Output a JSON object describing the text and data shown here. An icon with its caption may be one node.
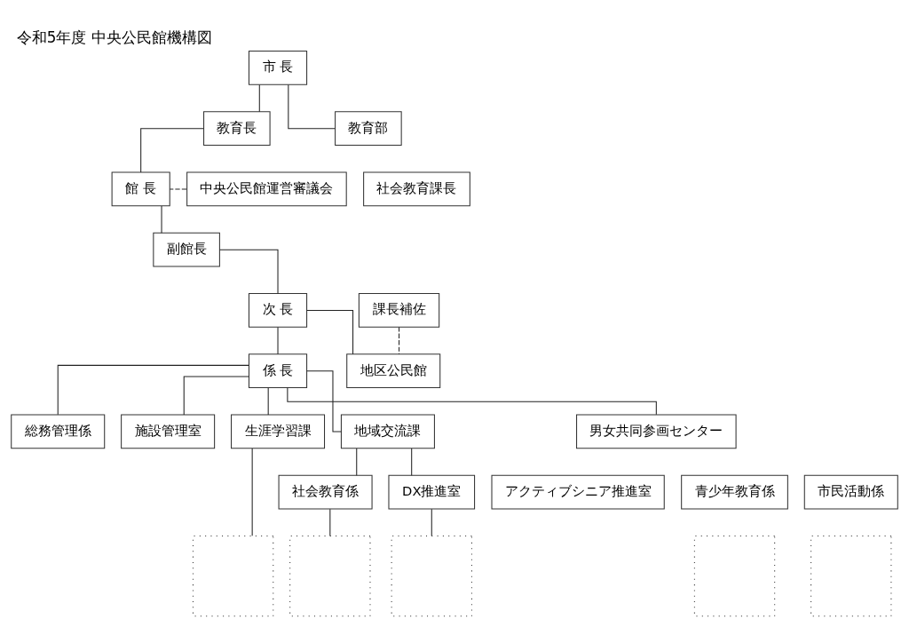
{
  "diagram": {
    "title": "令和5年度 中央公民館機構図",
    "nodes": [
      {
        "text": [
          "市 長"
        ]
      },
      {
        "text": [
          "教育長"
        ]
      },
      {
        "text": [
          "館 長"
        ]
      },
      {
        "text": [
          "副館長"
        ]
      },
      {
        "text": [
          "次 長"
        ]
      },
      {
        "text": [
          "係 長"
        ]
      },
      {
        "text": [
          "中央公民館運営審議会"
        ]
      },
      {
        "text": [
          "教育部"
        ]
      },
      {
        "text": [
          "社会教育課長"
        ]
      },
      {
        "text": [
          "課長補佐"
        ]
      },
      {
        "text": [
          "地区公民館"
        ]
      },
      {
        "text": [
          "総務管理係"
        ]
      },
      {
        "text": [
          "施設管理室"
        ]
      },
      {
        "text": [
          "生涯学習課"
        ]
      },
      {
        "text": [
          "地域交流課"
        ]
      },
      {
        "text": [
          "男女共同参画センター"
        ]
      },
      {
        "text": [],
        "shape": "box"
      },
      {
        "text": [
          "社会教育係"
        ]
      },
      {
        "text": [
          "DX推進室"
        ]
      },
      {
        "text": [
          "アクティブシニア推進室"
        ]
      },
      {
        "text": [
          "青少年教育係"
        ]
      },
      {
        "text": [
          "市民活動係"
        ]
      },
      {
        "text": [],
        "shape": "box"
      },
      {
        "text": [],
        "shape": "box"
      },
      {
        "text": [],
        "shape": "box"
      },
      {
        "text": [],
        "shape": "box"
      }
    ],
    "edges": [
      {
        "from": 0,
        "to": 1,
        "arrow": "none"
      },
      {
        "from": 1,
        "to": 2,
        "arrow": "none"
      },
      {
        "from": 2,
        "to": 3,
        "arrow": "none"
      },
      {
        "from": 3,
        "to": 4,
        "arrow": "none"
      },
      {
        "from": 4,
        "to": 5,
        "arrow": "none"
      },
      {
        "from": 6,
        "to": 2,
        "arrow": "none",
        "style": "dashed"
      },
      {
        "from": 0,
        "to": 7,
        "arrow": "none"
      },
      {
        "from": 9,
        "to": 10,
        "arrow": "none",
        "style": "dashed"
      },
      {
        "from": 4,
        "to": 10,
        "arrow": "none"
      },
      {
        "from": 5,
        "to": 11,
        "arrow": "none"
      },
      {
        "from": 5,
        "to": 12,
        "arrow": "none"
      },
      {
        "from": 5,
        "to": 13,
        "arrow": "none"
      },
      {
        "from": 5,
        "to": 14,
        "arrow": "none"
      },
      {
        "from": 5,
        "to": 15,
        "arrow": "none"
      },
      {
        "from": 13,
        "to": 16,
        "arrow": "none"
      },
      {
        "from": 14,
        "to": 17,
        "arrow": "none"
      },
      {
        "from": 14,
        "to": 18,
        "arrow": "none"
      },
      {
        "from": 17,
        "to": 22,
        "arrow": "none"
      },
      {
        "from": 18,
        "to": 23,
        "arrow": "none"
      }
    ]
  }
}
